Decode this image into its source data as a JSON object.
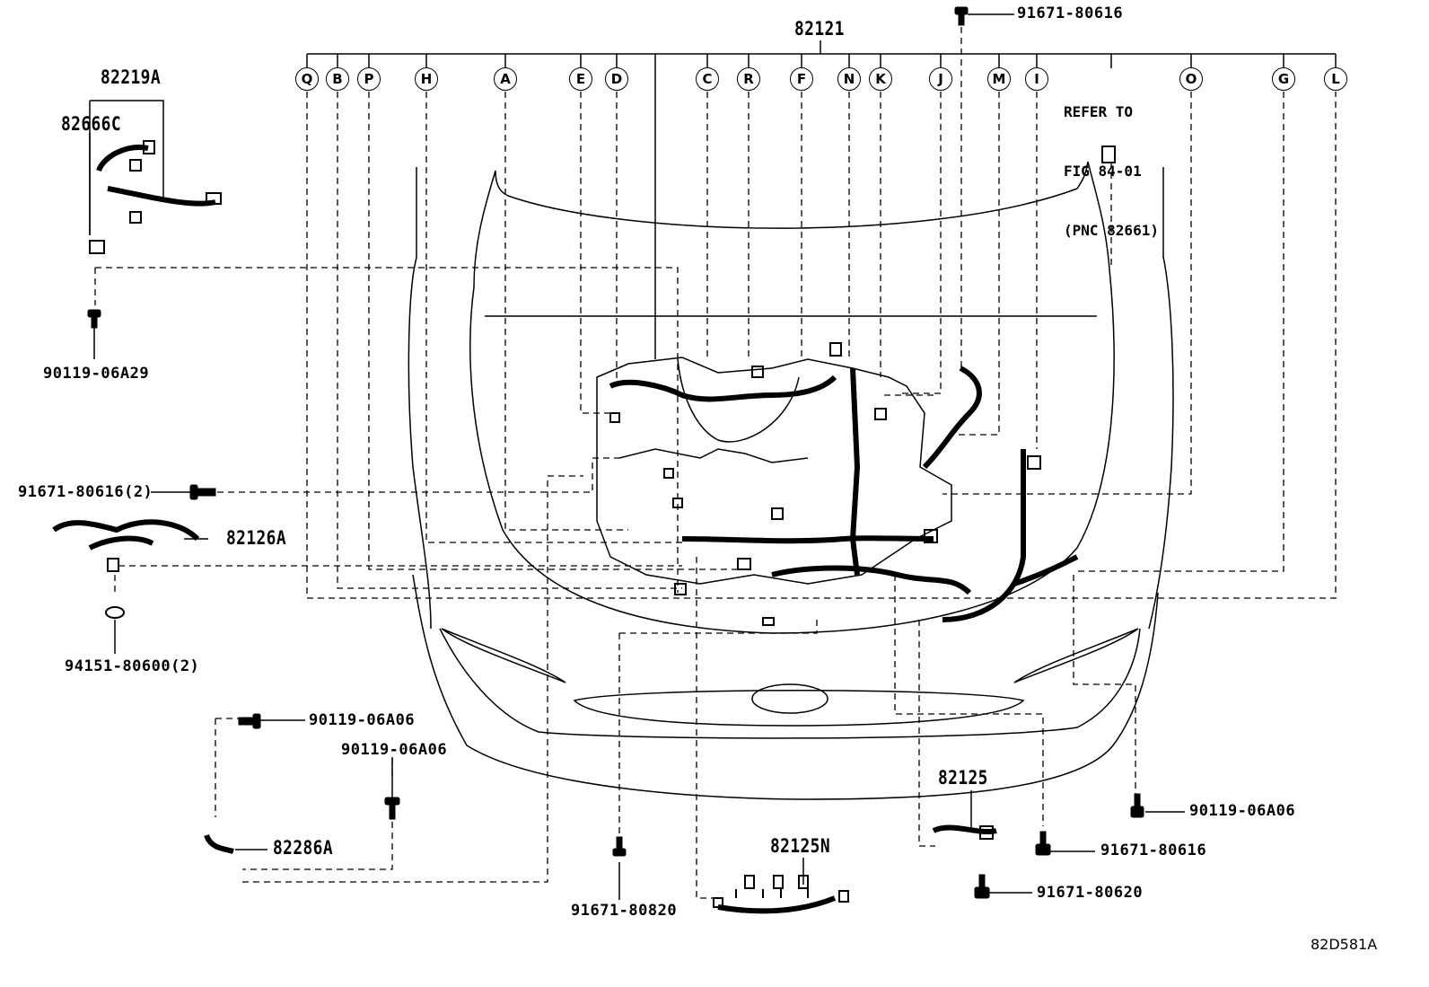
{
  "diagram_code": "82D581A",
  "main_harness": "82121",
  "connector_callouts": [
    "Q",
    "B",
    "P",
    "H",
    "A",
    "E",
    "D",
    "C",
    "R",
    "F",
    "N",
    "K",
    "J",
    "M",
    "I",
    "O",
    "G",
    "L"
  ],
  "reference_note": {
    "line1": "REFER TO",
    "line2": "FIG 84-01",
    "line3": "(PNC 82661)"
  },
  "parts": {
    "p82219A": "82219A",
    "p82666C": "82666C",
    "p90119_06A29": "90119-06A29",
    "p91671_80616_2": "91671-80616(2)",
    "p82126A": "82126A",
    "p94151_80600_2": "94151-80600(2)",
    "p90119_06A06_a": "90119-06A06",
    "p90119_06A06_b": "90119-06A06",
    "p82286A": "82286A",
    "p91671_80820": "91671-80820",
    "p82125N": "82125N",
    "p82125": "82125",
    "p90119_06A06_c": "90119-06A06",
    "p91671_80616_c": "91671-80616",
    "p91671_80620": "91671-80620",
    "p91671_80616_top": "91671-80616"
  }
}
